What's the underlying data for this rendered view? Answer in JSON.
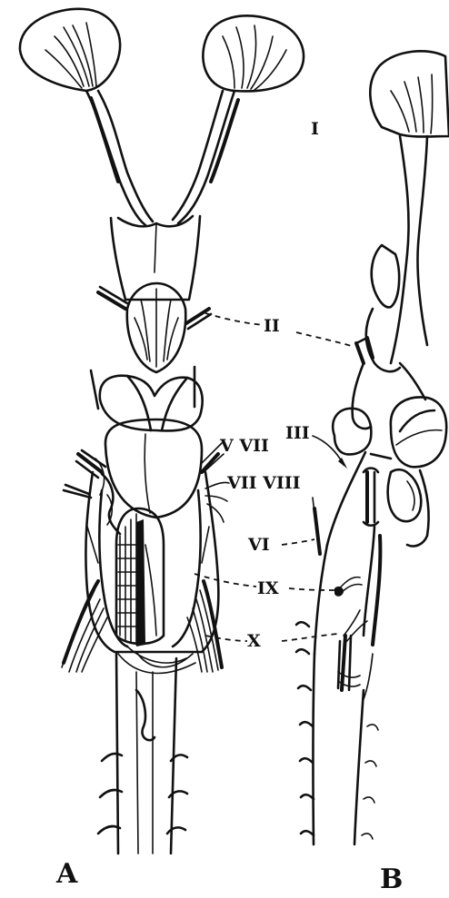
{
  "figure": {
    "panel_labels": {
      "a": "A",
      "b": "B"
    },
    "nerve_labels": {
      "I": "I",
      "II": "II",
      "III": "III",
      "V_VII": "V VII",
      "VII_VIII": "VII VIII",
      "VI": "VI",
      "IX": "IX",
      "X": "X"
    }
  }
}
